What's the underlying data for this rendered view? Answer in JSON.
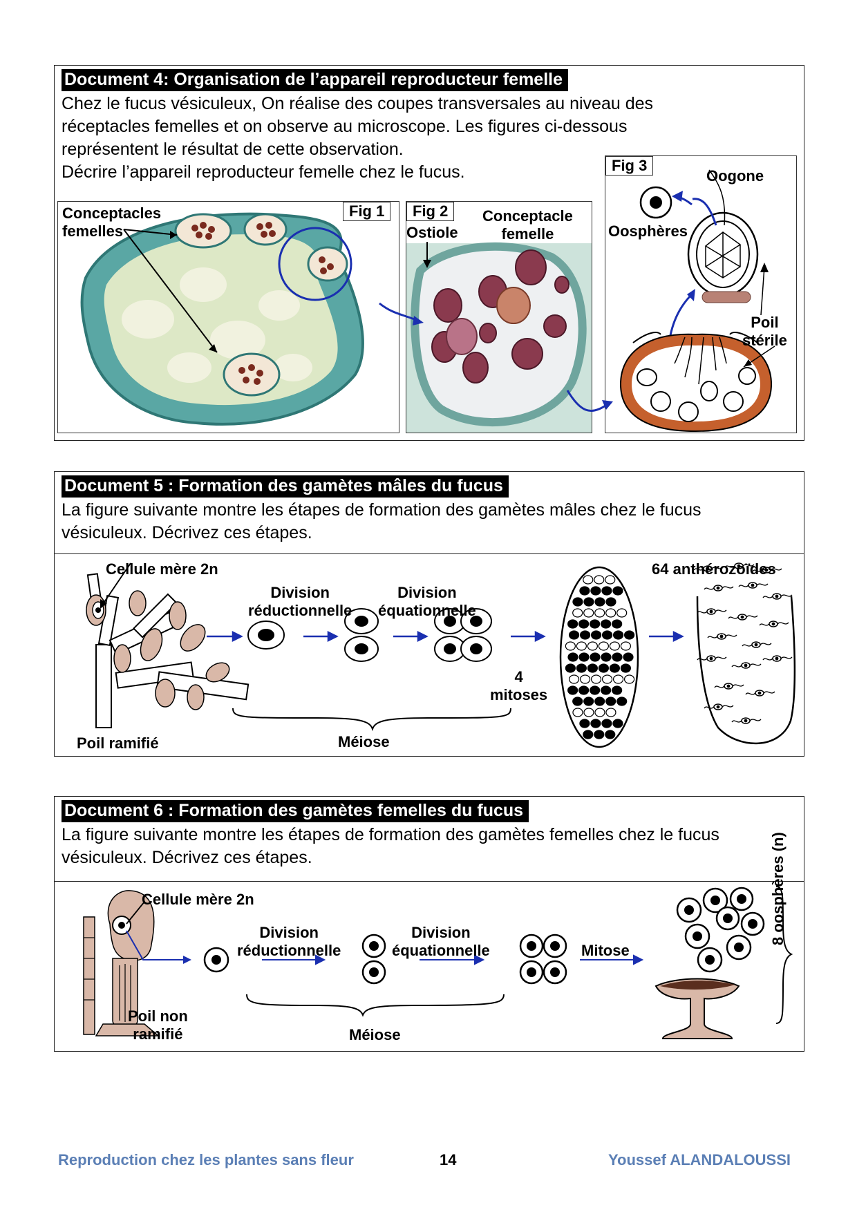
{
  "doc4": {
    "title": "Document 4: Organisation de l’appareil reproducteur femelle",
    "text": "Chez le fucus vésiculeux, On réalise des coupes transversales au niveau des réceptacles femelles et on observe au microscope. Les figures ci-dessous représentent le résultat de cette observation.",
    "question": "Décrire l’appareil reproducteur femelle chez le fucus.",
    "fig1": {
      "tag": "Fig 1",
      "label_line1": "Conceptacles",
      "label_line2": "femelles"
    },
    "fig2": {
      "tag": "Fig 2",
      "ostiole": "Ostiole",
      "label_line1": "Conceptacle",
      "label_line2": "femelle"
    },
    "fig3": {
      "tag": "Fig 3",
      "oogone": "Oogone",
      "oospheres": "Oosphères",
      "poil_line1": "Poil",
      "poil_line2": "stérile"
    }
  },
  "doc5": {
    "title": "Document 5 : Formation des gamètes mâles du fucus",
    "text": "La figure suivante montre les étapes de formation des gamètes mâles chez le fucus vésiculeux. Décrivez ces étapes.",
    "cellule_mere": "Cellule mère 2n",
    "div_red_line1": "Division",
    "div_red_line2": "réductionnelle",
    "div_eq_line1": "Division",
    "div_eq_line2": "équationnelle",
    "mitoses_line1": "4",
    "mitoses_line2": "mitoses",
    "antherozoides": "64 anthérozoïdes",
    "poil": "Poil ramifié",
    "meiose": "Méiose"
  },
  "doc6": {
    "title": "Document 6 : Formation des gamètes femelles du fucus",
    "text": "La figure suivante montre les étapes de formation des gamètes femelles chez le fucus vésiculeux. Décrivez ces étapes.",
    "cellule_mere": "Cellule mère 2n",
    "div_red_line1": "Division",
    "div_red_line2": "réductionnelle",
    "div_eq_line1": "Division",
    "div_eq_line2": "équationnelle",
    "mitose": "Mitose",
    "oospheres": "8 oosphères (n)",
    "poil_line1": "Poil non",
    "poil_line2": "ramifié",
    "meiose": "Méiose"
  },
  "footer": {
    "left": "Reproduction chez les plantes sans fleur",
    "page": "14",
    "right": "Youssef ALANDALOUSSI"
  },
  "colors": {
    "footer_blue": "#5b7fb5",
    "arrow_blue": "#1a2fb0",
    "stain_green": "#4a9a9a",
    "conceptacle_brown": "#c0582a",
    "tissue_tan": "#d9b8a8"
  }
}
